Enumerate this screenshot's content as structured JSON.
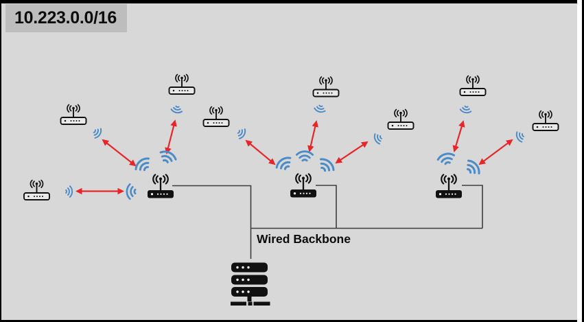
{
  "diagram": {
    "title": "10.223.0.0/16",
    "backbone_label": "Wired Backbone",
    "access_points": [
      {
        "id": "AP-1",
        "wireless_clients": 3
      },
      {
        "id": "AP-2",
        "wireless_clients": 3
      },
      {
        "id": "AP-3",
        "wireless_clients": 2
      }
    ],
    "servers": 1,
    "wireless_links": 8,
    "wired_links": 4
  },
  "colors": {
    "canvas_bg": "#d8d8d8",
    "frame": "#000000",
    "title_bg": "#bdbdbd",
    "text": "#0c0c0c",
    "wifi_blue": "#4a8bc8",
    "link_red": "#e8262a",
    "wire_gray": "#3d3d3d",
    "device_black": "#111111"
  }
}
